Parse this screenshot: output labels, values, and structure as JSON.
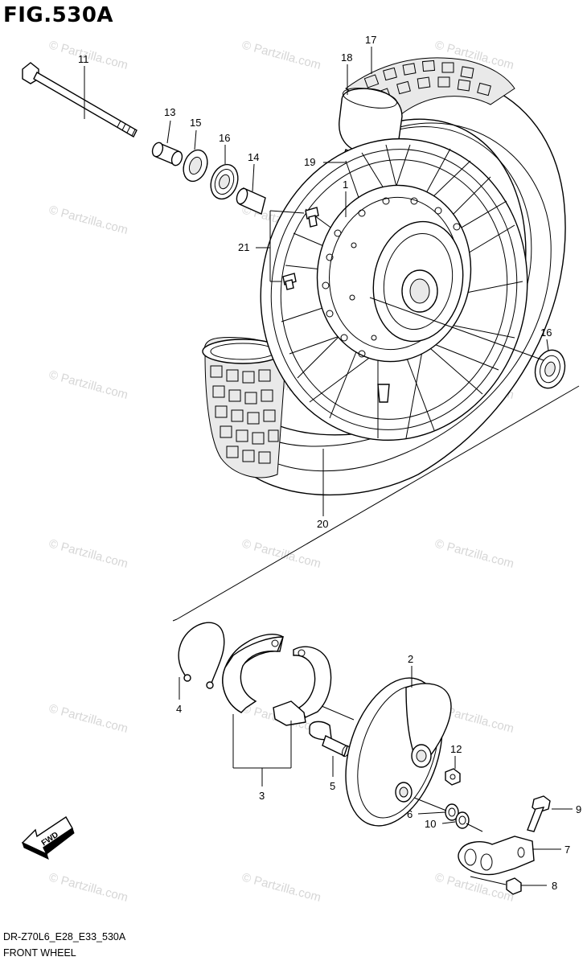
{
  "figure_title": "FIG.530A",
  "footer": {
    "model_code": "DR-Z70L6_E28_E33_530A",
    "assembly_name": "FRONT WHEEL"
  },
  "fwd_label": "FWD",
  "watermark": "© Partzilla.com",
  "callouts": {
    "c1": "1",
    "c2": "2",
    "c3": "3",
    "c4": "4",
    "c5": "5",
    "c6": "6",
    "c7": "7",
    "c8": "8",
    "c9": "9",
    "c10": "10",
    "c11": "11",
    "c12": "12",
    "c13": "13",
    "c14": "14",
    "c15": "15",
    "c16a": "16",
    "c16b": "16",
    "c17": "17",
    "c18": "18",
    "c19": "19",
    "c20": "20",
    "c21": "21"
  }
}
